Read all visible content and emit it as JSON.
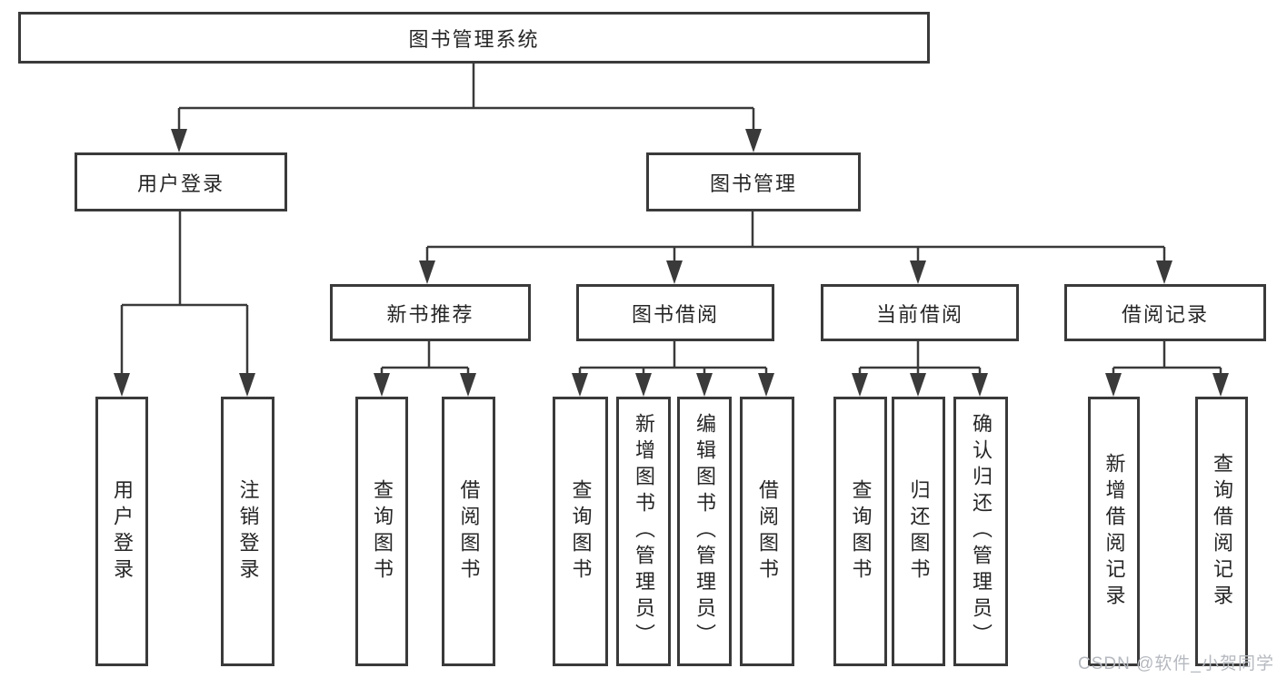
{
  "diagram": {
    "nodes": {
      "root": "图书管理系统",
      "user_login": "用户登录",
      "book_mgmt": "图书管理",
      "new_books": "新书推荐",
      "book_borrow": "图书借阅",
      "current_borrow": "当前借阅",
      "borrow_records": "借阅记录"
    },
    "leaves": {
      "login": [
        "用户登录",
        "注销登录"
      ],
      "recommend": [
        "查询图书",
        "借阅图书"
      ],
      "borrow": [
        "查询图书",
        "新增图书（管理员）",
        "编辑图书（管理员）",
        "借阅图书"
      ],
      "current": [
        "查询图书",
        "归还图书",
        "确认归还（管理员）"
      ],
      "records": [
        "新增借阅记录",
        "查询借阅记录"
      ]
    },
    "watermark": "CSDN @软件_小贺同学",
    "colors": {
      "line": "#3a3a3a",
      "box_border": "#3a3a3a",
      "box_background": "#ffffff",
      "text": "#262626",
      "watermark_text": "#b5b9bf"
    }
  }
}
